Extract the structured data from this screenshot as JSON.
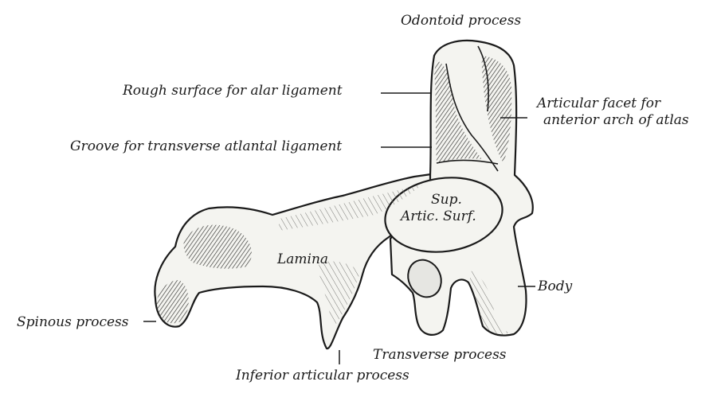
{
  "labels": {
    "odontoid": "Odontoid process",
    "rough": "Rough surface for alar ligament",
    "articular1": "Articular facet for",
    "articular2": "anterior arch of atlas",
    "groove": "Groove for transverse atlantal ligament",
    "spinous": "Spinous process",
    "body": "Body",
    "transverse": "Transverse process",
    "inferior": "Inferior articular process",
    "lamina": "Lamina",
    "sup": "Sup.",
    "artic_surf": "Artic. Surf."
  },
  "colors": {
    "ink": "#1a1a1a",
    "bone": "#f4f4f0",
    "shade": "#8a8a86"
  }
}
